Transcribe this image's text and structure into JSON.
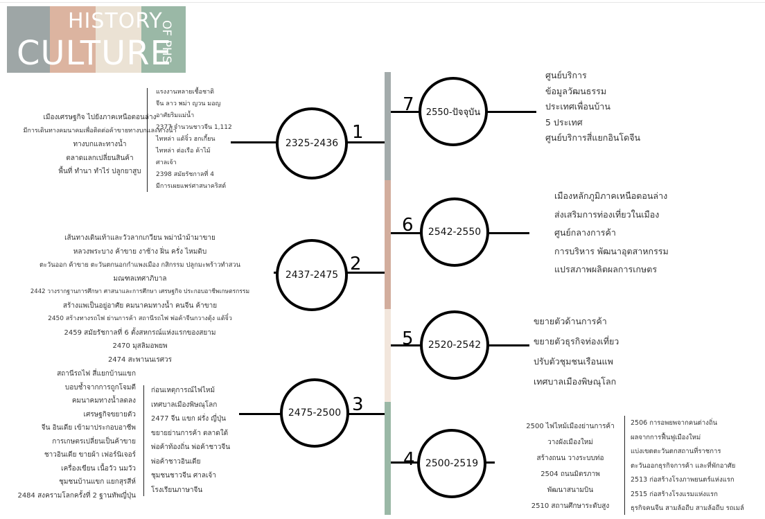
{
  "logo": {
    "line1": "HISTORY",
    "line2": "CULTURE",
    "side": "OF PHS",
    "stripes": [
      "#9ea6a6",
      "#dcb4a0",
      "#ebe2d4",
      "#9ab8a6"
    ]
  },
  "timeline_colors": [
    "#a3abab",
    "#d2ad9d",
    "#f2e6dc",
    "#9ab8a6"
  ],
  "periods": [
    {
      "num": "1",
      "range": "2325-2436",
      "left_text": [
        "เมืองเศรษฐกิจ ไปยังภาคเหนือตอนล่าง",
        "มีการเดินทางคมนาคมเพื่อติดต่อค้าขายทางบกและทางน้ำ",
        "ทางบกและทางน้ำ",
        "ตลาดแลกเปลี่ยนสินค้า",
        "พื้นที่ ทำนา ทำไร่ ปลูกยาสูบ"
      ],
      "right_text": [
        "แรงงานหลายเชื้อชาติ",
        "จีน ลาว พม่า ญวน มอญ",
        "อาศัยริมแม่น้ำ",
        "2377 จำนวนชาวจีน 1,112",
        "ไทหล่า แต้จิ๋ว ฮกเกี้ยน",
        "ไทหล่า ต่อเรือ ค้าไม้",
        "ศาลเจ้า",
        "2398 สมัยรัชกาลที่ 4",
        "มีการเผยแพร่ศาสนาคริสต์"
      ]
    },
    {
      "num": "2",
      "range": "2437-2475",
      "left_text": [
        "เส้นทางเดินเท้าและวัวลากเกวียน พม่านำม้ามาขาย",
        "หลวงพระบาง ค้าขาย งาช้าง ฝิ่น ครั่ง ไหมดิบ",
        "ตะวันออก ค้าขาย ตะวันตกนอกกำแพงเมือง กสิกรรม ปลูกมะพร้าวทำสวน",
        "มณฑลเทศาภิบาล",
        "2442 วางรากฐานการศึกษา ศาสนาและการศึกษา เศรษฐกิจ ประกอบอาชีพเกษตรกรรม",
        "สร้างแพเป็นอยู่อาศัย คมนาคมทางน้ำ คนจีน ค้าขาย",
        "2450 สร้างทางรถไฟ ย่านการค้า สถานีรถไฟ พ่อค้าจีนกวางตุ้ง แต้จิ๋ว",
        "2459 สมัยรัชกาลที่ 6 ตั้งสหกรณ์แห่งแรกของสยาม",
        "2470 มุสลิมอพยพ",
        "2474 สะพานนเรศวร"
      ]
    },
    {
      "num": "3",
      "range": "2475-2500",
      "left_text": [
        "สถานีรถไฟ สี่แยกบ้านแขก",
        "บอบช้ำจากการถูกโจมตี",
        "คมนาคมทางน้ำลดลง",
        "เศรษฐกิจขยายตัว",
        "จีน อินเดีย เข้ามาประกอบอาชีพ",
        "การเกษตรเปลี่ยนเป็นค้าขาย",
        "ชาวอินเดีย ขายผ้า เฟอร์นิเจอร์",
        "เครื่องเขียน เนื้อวัว นมวัว",
        "ชุมชนบ้านแขก แยกสุรสีห์",
        "2484 สงครามโลกครั้งที่ 2 ฐานทัพญี่ปุ่น"
      ],
      "right_text": [
        "ก่อนเหตุการณ์ไฟไหม้",
        "เทศบาลเมืองพิษณุโลก",
        "2477 จีน แขก ฝรั่ง ญี่ปุ่น",
        "ขยายย่านการค้า ตลาดใต้",
        "พ่อค้าท้องถิ่น พ่อค้าชาวจีน",
        "พ่อค้าชาวอินเดีย",
        "ชุมชนชาวจีน ศาลเจ้า",
        "โรงเรียนภาษาจีน"
      ]
    },
    {
      "num": "4",
      "range": "2500-2519",
      "left_text": [
        "2500 ไฟไหม้เมืองย่านการค้า",
        "วางผังเมืองใหม่",
        "สร้างถนน วางระบบท่อ",
        "2504 ถนนมิตรภาพ",
        "พัฒนาสนามบิน",
        "2510 สถานศึกษาระดับสูง"
      ],
      "right_text": [
        "2506 การอพยพจากคนต่างถิ่น",
        "ผลจากการฟื้นฟูเมืองใหม่",
        "แบ่งเขตตะวันตกสถานที่ราชการ",
        "ตะวันออกธุรกิจการค้า และที่พักอาศัย",
        "2513 ก่อสร้างโรงภาพยนตร์แห่งแรก",
        "2515 ก่อสร้างโรงแรมแห่งแรก",
        "ธุรกิจคนจีน สามล้อถีบ สามล้อถีบ รถเมล์"
      ]
    },
    {
      "num": "5",
      "range": "2520-2542",
      "right_text": [
        "ขยายตัวด้านการค้า",
        "ขยายตัวธุรกิจท่องเที่ยว",
        "ปรับตัวชุมชนเรือนแพ",
        "เทศบาลเมืองพิษณุโลก"
      ]
    },
    {
      "num": "6",
      "range": "2542-2550",
      "right_text": [
        "เมืองหลักภูมิภาคเหนือตอนล่าง",
        "ส่งเสริมการท่องเที่ยวในเมือง",
        "ศูนย์กลางการค้า",
        "การบริหาร พัฒนาอุตสาหกรรม",
        "แปรสภาพผลิตผลการเกษตร"
      ]
    },
    {
      "num": "7",
      "range": "2550-ปัจจุบัน",
      "right_text": [
        "ศูนย์บริการ",
        "ข้อมูลวัฒนธรรม",
        "ประเทศเพื่อนบ้าน",
        "5 ประเทศ",
        "ศูนย์บริการสี่แยกอินโดจีน"
      ]
    }
  ]
}
